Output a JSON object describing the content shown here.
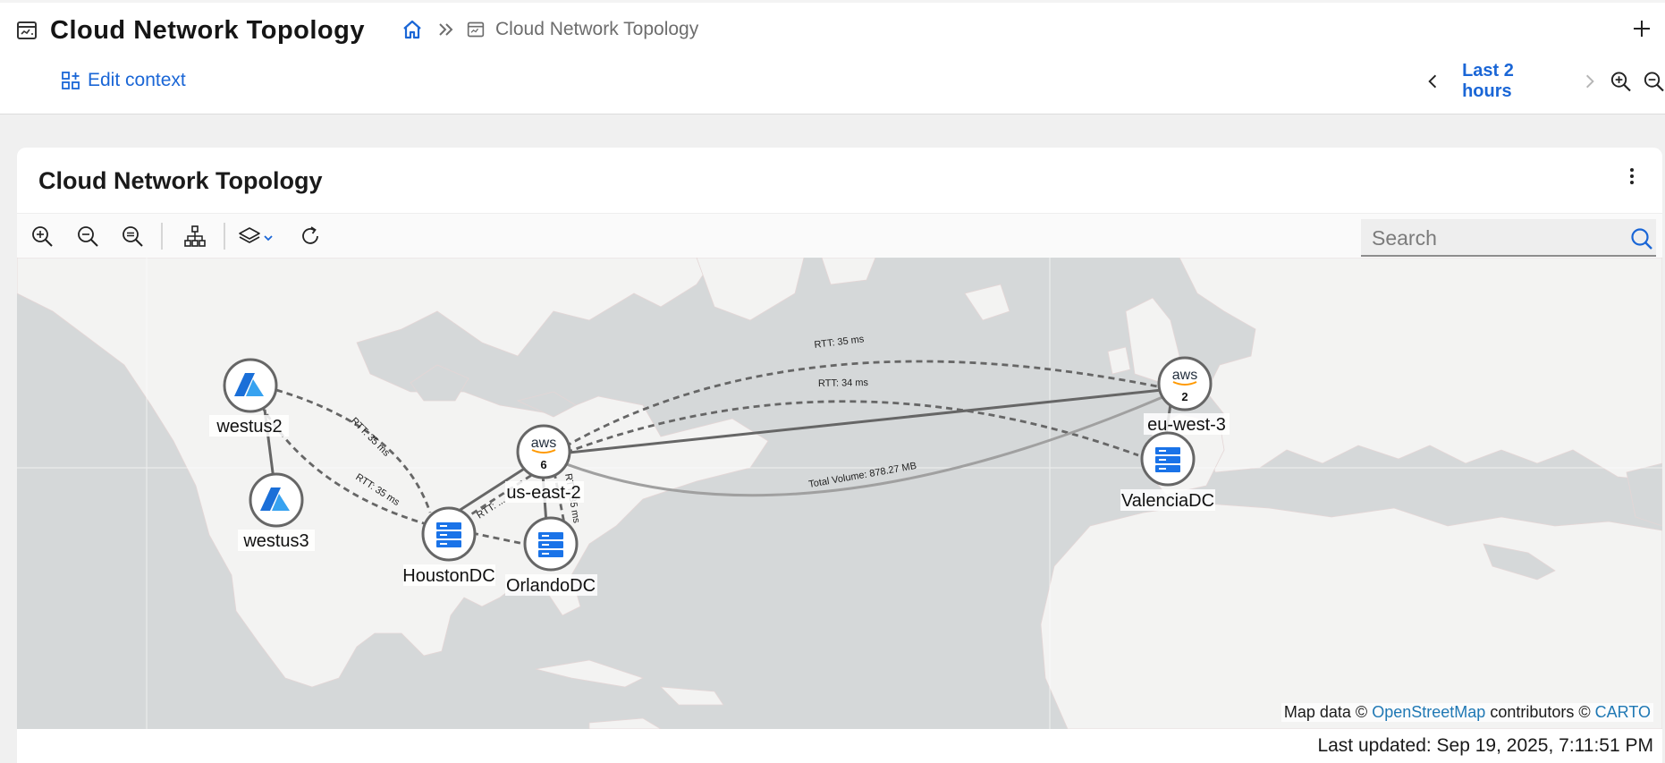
{
  "header": {
    "title": "Cloud Network Topology",
    "breadcrumb": {
      "current": "Cloud Network Topology"
    },
    "edit_context_label": "Edit context",
    "time_range": "Last 2 hours"
  },
  "panel": {
    "title": "Cloud Network Topology",
    "search_placeholder": "Search",
    "attribution": {
      "prefix": "Map data ©",
      "osm": "OpenStreetMap",
      "middle": "contributors ©",
      "carto": "CARTO"
    },
    "last_updated": "Last updated: Sep 19, 2025, 7:11:51 PM"
  },
  "topology": {
    "nodes": [
      {
        "id": "westus2",
        "label": "westus2",
        "type": "azure"
      },
      {
        "id": "westus3",
        "label": "westus3",
        "type": "azure"
      },
      {
        "id": "us-east-2",
        "label": "us-east-2",
        "type": "aws",
        "count": "6"
      },
      {
        "id": "eu-west-3",
        "label": "eu-west-3",
        "type": "aws",
        "count": "2"
      },
      {
        "id": "HoustonDC",
        "label": "HoustonDC",
        "type": "datacenter"
      },
      {
        "id": "OrlandoDC",
        "label": "OrlandoDC",
        "type": "datacenter"
      },
      {
        "id": "ValenciaDC",
        "label": "ValenciaDC",
        "type": "datacenter"
      }
    ],
    "link_labels": {
      "useast_euwest_top": "RTT: 35 ms",
      "useast_valencia": "RTT: 34 ms",
      "westus2_houston_a": "RTT: 35 ms",
      "westus2_houston_b": "RTT: 35 ms",
      "volume": "Total Volume: 878.27 MB",
      "useast_houston": "RTT: ...",
      "useast_orlando": "RTT: 35 ms"
    }
  }
}
